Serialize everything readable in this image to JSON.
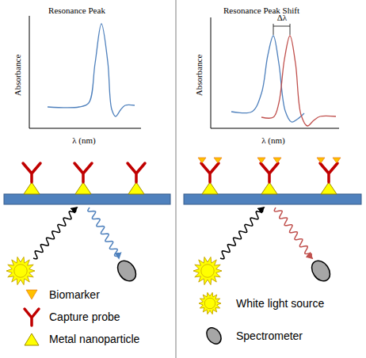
{
  "diagram": {
    "labels": [
      "Resonance Peak",
      "Absorbance",
      "λ (nm)",
      "Resonance Peak Shift",
      "Δλ",
      "Absorbance",
      "λ (nm)"
    ],
    "legend": [
      {
        "text": "Biomarker"
      },
      {
        "text": "Capture probe"
      },
      {
        "text": "Metal nanoparticle"
      },
      {
        "text": "White light source"
      },
      {
        "text": "Spectrometer"
      }
    ]
  }
}
